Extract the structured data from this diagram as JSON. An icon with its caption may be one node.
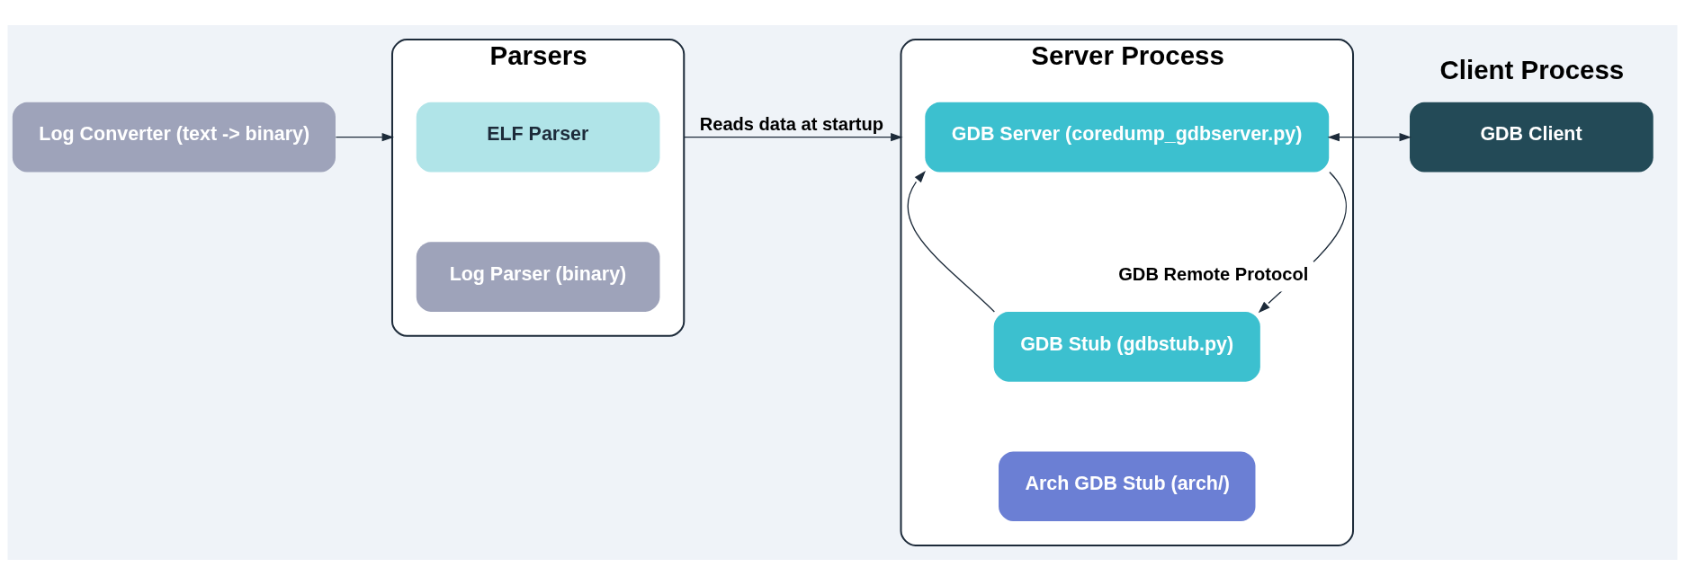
{
  "diagram": {
    "nodes": [
      {
        "text": [
          "Parsers"
        ]
      },
      {
        "text": [
          "ELF Parser"
        ],
        "in": 0
      },
      {
        "text": [
          "Log Parser (binary)"
        ],
        "in": 0
      },
      {
        "text": [
          "Log Converter (text -> binary)"
        ]
      },
      {
        "text": [
          "Server Process"
        ]
      },
      {
        "text": [
          "GDB Server (coredump_gdbserver.py)"
        ],
        "in": 4
      },
      {
        "text": [
          "GDB Stub (gdbstub.py)"
        ],
        "in": 4
      },
      {
        "text": [
          "Arch GDB Stub (arch/)"
        ],
        "in": 4
      },
      {
        "text": [
          "GDB Client"
        ],
        "beside": [
          "Client Process"
        ]
      }
    ],
    "edges": [
      {
        "from": 3,
        "to": 0,
        "arrow": "to"
      },
      {
        "from": 0,
        "to": 4,
        "arrow": "to",
        "label": "Reads data at startup"
      },
      {
        "from": 5,
        "to": 8,
        "arrow": "both"
      },
      {
        "from": 6,
        "to": 5,
        "arrow": "to"
      },
      {
        "from": 5,
        "to": 6,
        "arrow": "to",
        "label": "GDB Remote Protocol"
      }
    ]
  }
}
